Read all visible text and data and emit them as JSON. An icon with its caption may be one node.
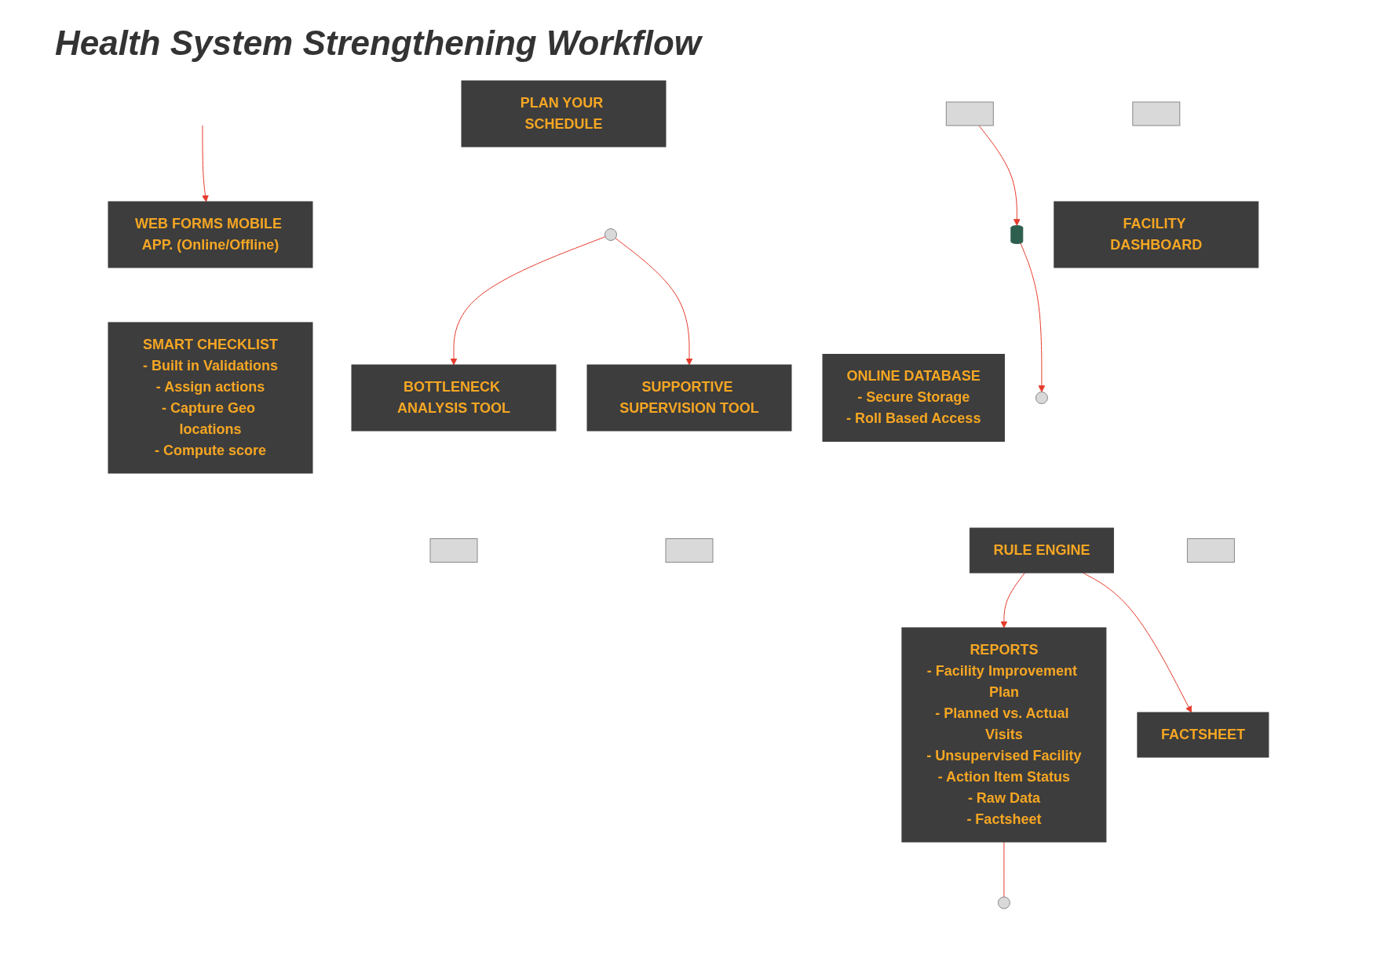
{
  "diagram": {
    "title": "Health System Strengthening Workflow",
    "nodes": [
      {
        "text": [
          "PLAN YOUR SCHEDULE"
        ]
      },
      {
        "text": [],
        "shape": "circle"
      },
      {
        "text": [],
        "shape": "box"
      },
      {
        "text": [
          "WEB FORMS MOBILE APP. (Online/Offline)"
        ]
      },
      {
        "text": [
          "SMART CHECKLIST",
          "- Built in Validations",
          "- Assign actions",
          "- Capture Geo locations",
          "- Compute score"
        ]
      },
      {
        "text": [
          "BOTTLENECK ANALYSIS TOOL"
        ]
      },
      {
        "text": [
          "SUPPORTIVE SUPERVISION TOOL"
        ]
      },
      {
        "text": [],
        "shape": "box"
      },
      {
        "text": [],
        "shape": "box"
      },
      {
        "text": [],
        "shape": "cylinder"
      },
      {
        "text": [
          "ONLINE DATABASE",
          "- Secure Storage",
          "- Roll Based Access"
        ]
      },
      {
        "text": [],
        "shape": "circle"
      },
      {
        "text": [
          "RULE ENGINE"
        ]
      },
      {
        "text": [
          "REPORTS",
          "- Facility Improvement Plan",
          "- Planned vs. Actual Visits",
          "- Unsupervised Facility",
          "- Action Item Status",
          "- Raw Data",
          "- Factsheet"
        ]
      },
      {
        "text": [],
        "shape": "circle"
      },
      {
        "text": [],
        "shape": "box"
      },
      {
        "text": [
          "FACILITY DASHBOARD"
        ]
      },
      {
        "text": [],
        "shape": "box"
      },
      {
        "text": [
          "FACTSHEET"
        ]
      }
    ],
    "edges": [
      {
        "from": 1,
        "to": 5,
        "arrow": "to"
      },
      {
        "from": 1,
        "to": 6,
        "arrow": "to"
      },
      {
        "from": null,
        "to": 3,
        "arrow": "to"
      },
      {
        "from": 2,
        "to": 9,
        "arrow": "to"
      },
      {
        "from": 9,
        "to": 11,
        "arrow": "to"
      },
      {
        "from": 12,
        "to": 13,
        "arrow": "to"
      },
      {
        "from": 12,
        "to": 18,
        "arrow": "to"
      },
      {
        "from": 13,
        "to": 14,
        "arrow": "none"
      }
    ]
  }
}
